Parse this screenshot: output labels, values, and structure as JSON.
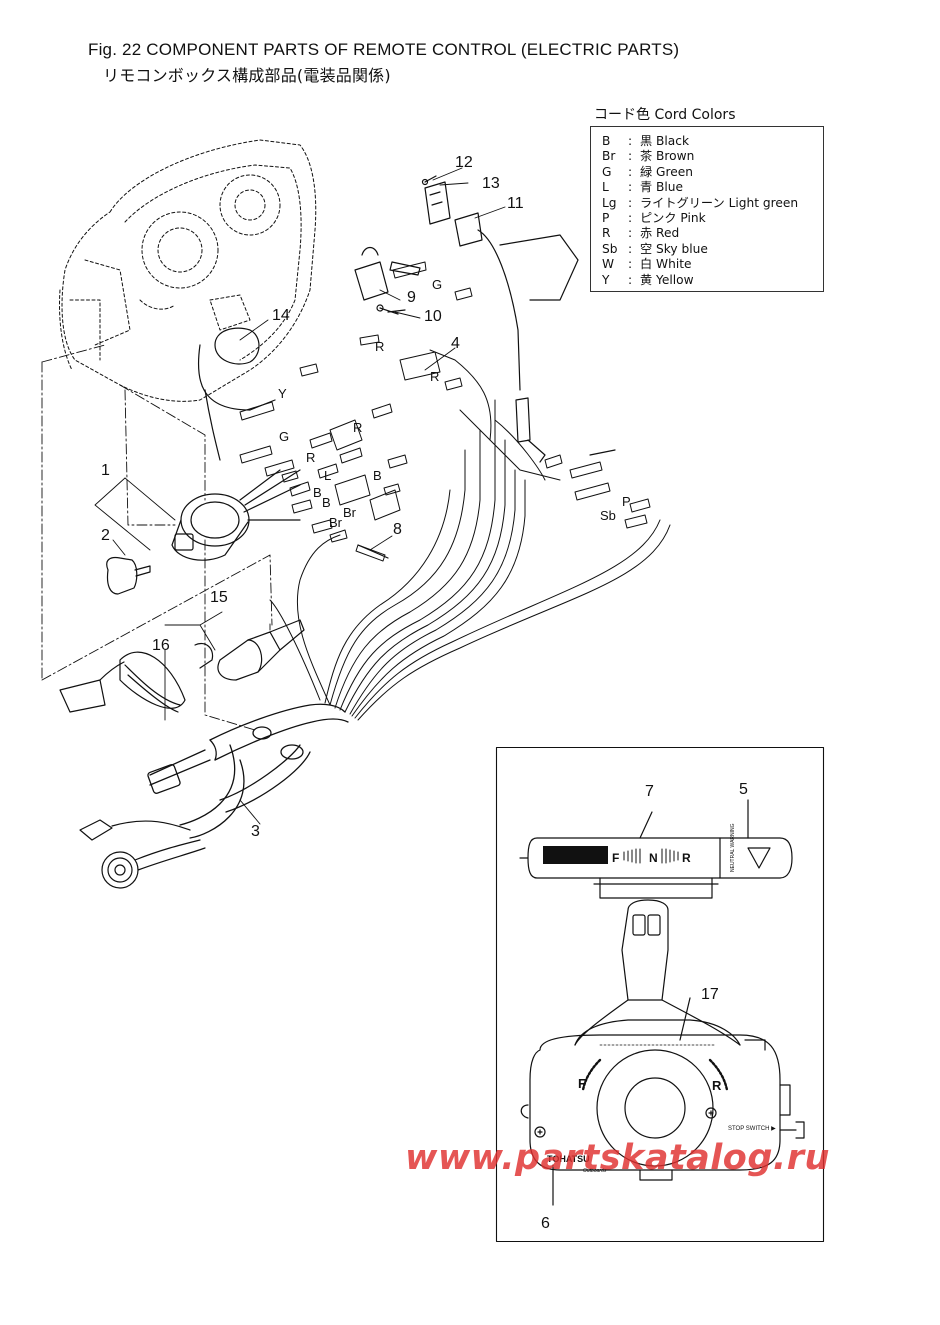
{
  "title": {
    "line1": "Fig. 22  COMPONENT PARTS OF REMOTE CONTROL (ELECTRIC PARTS)",
    "line2": "リモコンボックス構成部品(電装品関係)"
  },
  "legend": {
    "heading": "コード色 Cord Colors",
    "rows": [
      {
        "code": "B",
        "name": "黒 Black"
      },
      {
        "code": "Br",
        "name": "茶 Brown"
      },
      {
        "code": "G",
        "name": "緑 Green"
      },
      {
        "code": "L",
        "name": "青 Blue"
      },
      {
        "code": "Lg",
        "name": "ライトグリーン Light green"
      },
      {
        "code": "P",
        "name": "ピンク Pink"
      },
      {
        "code": "R",
        "name": "赤 Red"
      },
      {
        "code": "Sb",
        "name": "空 Sky blue"
      },
      {
        "code": "W",
        "name": "白 White"
      },
      {
        "code": "Y",
        "name": "黄 Yellow"
      }
    ]
  },
  "callouts": {
    "c1": "1",
    "c2": "2",
    "c3": "3",
    "c4": "4",
    "c5": "5",
    "c6": "6",
    "c7": "7",
    "c8": "8",
    "c9": "9",
    "c10": "10",
    "c11": "11",
    "c12": "12",
    "c13": "13",
    "c14": "14",
    "c15": "15",
    "c16": "16",
    "c17": "17"
  },
  "cord_labels": {
    "g_top": "G",
    "r_top": "R",
    "r_mid": "R",
    "y": "Y",
    "g_left": "G",
    "r_a": "R",
    "r_b": "R",
    "l": "L",
    "b_a": "B",
    "b_b": "B",
    "b_c": "B",
    "br_a": "Br",
    "br_b": "Br",
    "p": "P",
    "sb": "Sb"
  },
  "inset_text": {
    "gear_f": "F",
    "gear_n": "N",
    "gear_r": "R",
    "lever_f": "F",
    "lever_r": "R",
    "stop_switch": "STOP SWITCH ▶",
    "brand": "TOHATSU",
    "brand_sub": "Outboards",
    "neutral_warning": "NEUTRAL WARNING"
  },
  "watermark": "www.partskatalog.ru",
  "colors": {
    "line": "#111111",
    "watermark": "#e0302f"
  }
}
